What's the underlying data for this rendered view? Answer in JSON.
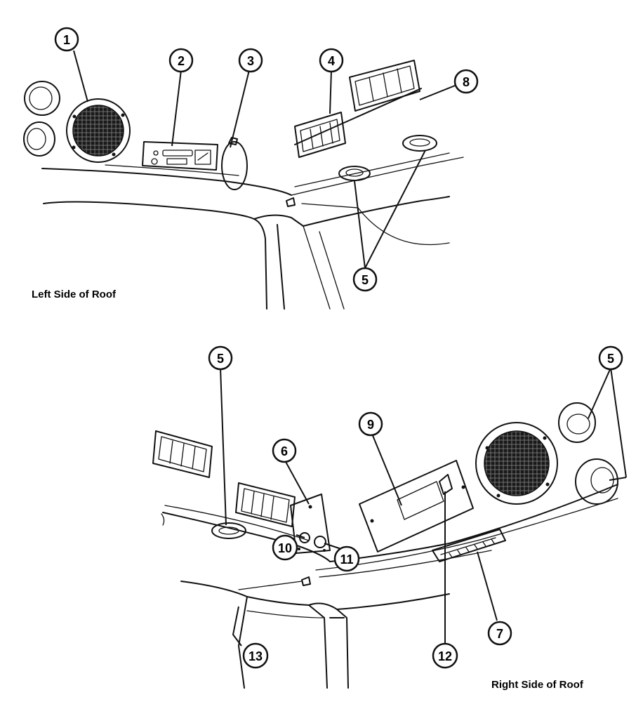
{
  "captions": {
    "left": "Left Side of Roof",
    "right": "Right Side of Roof"
  },
  "callouts": {
    "c1": "1",
    "c2": "2",
    "c3": "3",
    "c4": "4",
    "c5a": "5",
    "c8": "8",
    "c5b": "5",
    "c5c": "5",
    "c6": "6",
    "c9": "9",
    "c10": "10",
    "c11": "11",
    "c12": "12",
    "c7": "7",
    "c13": "13"
  }
}
